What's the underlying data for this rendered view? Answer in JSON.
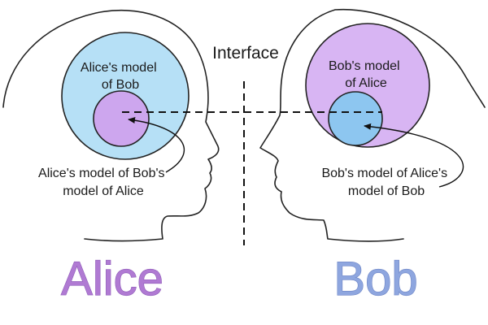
{
  "interface_label": "Interface",
  "alice": {
    "name": "Alice",
    "outer_model_line1": "Alice's model",
    "outer_model_line2": "of Bob",
    "nested_caption_line1": "Alice's model of Bob's",
    "nested_caption_line2": "model of Alice"
  },
  "bob": {
    "name": "Bob",
    "outer_model_line1": "Bob's model",
    "outer_model_line2": "of Alice",
    "nested_caption_line1": "Bob's model of Alice's",
    "nested_caption_line2": "model of Bob"
  },
  "colors": {
    "alice_outer_fill": "#b6e0f6",
    "alice_inner_fill": "#cda6ee",
    "bob_outer_fill": "#d8b5f3",
    "bob_inner_fill": "#8dc6f0",
    "circle_stroke": "#222222",
    "alice_name": "#b07ad3",
    "alice_name_stroke": "#8f5cb8",
    "bob_name": "#8ea6df",
    "bob_name_stroke": "#6f86c6"
  }
}
